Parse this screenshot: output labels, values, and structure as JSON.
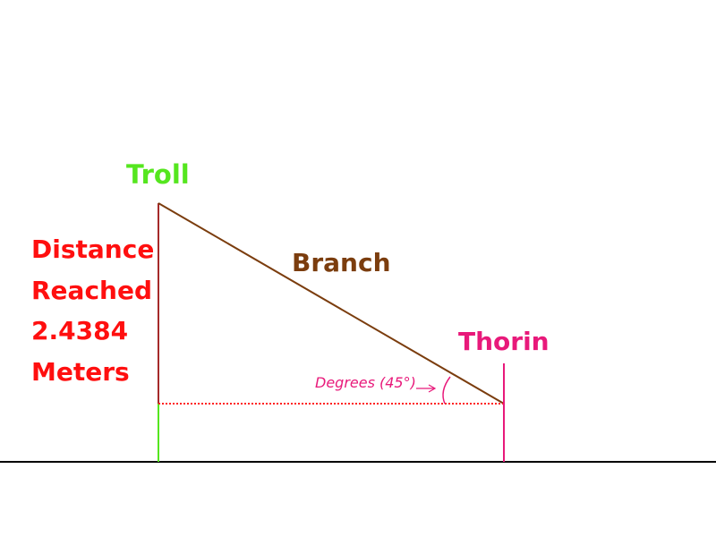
{
  "labels": {
    "troll": "Troll",
    "branch": "Branch",
    "thorin": "Thorin",
    "distance_lines": [
      "Distance",
      "Reached",
      "2.4384",
      "Meters"
    ],
    "angle_annotation": "Degrees (45°)"
  },
  "angle_degrees": 45,
  "colors": {
    "troll": "#55e61f",
    "branch": "#7b3d0e",
    "thorin": "#e8197a",
    "distance": "#ff0f0f",
    "annotation": "#e8197a",
    "ground": "#000000",
    "baseline": "#ff2020"
  }
}
